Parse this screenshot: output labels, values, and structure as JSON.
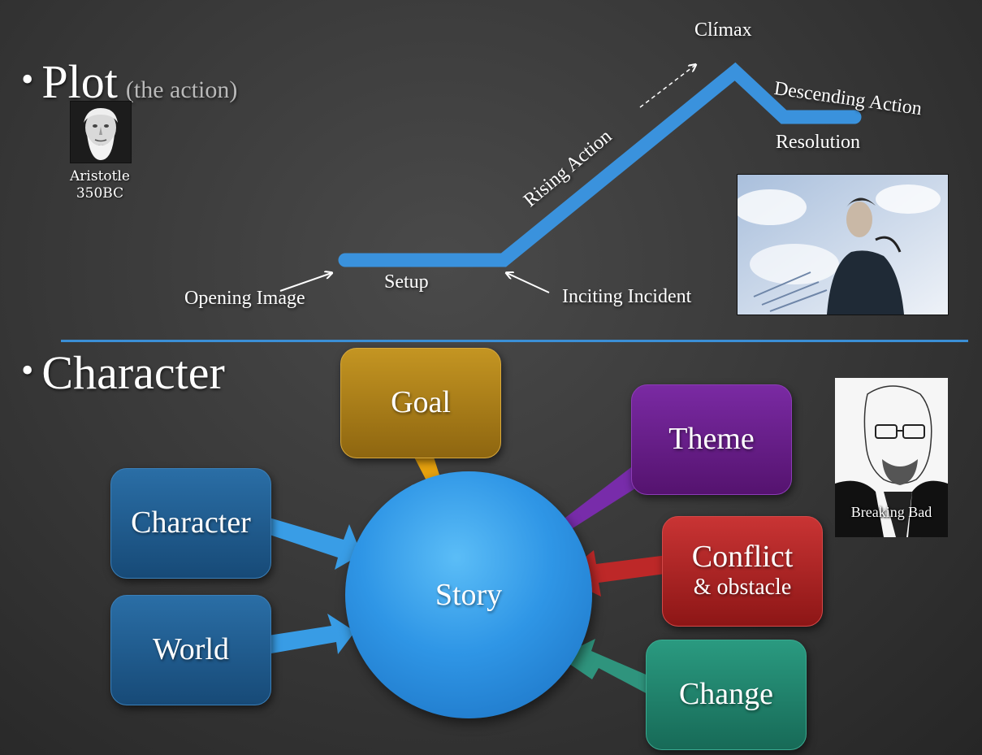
{
  "plot": {
    "bullet": "•",
    "heading": "Plot",
    "subtitle": "(the action)",
    "author_caption_line1": "Aristotle",
    "author_caption_line2": "350BC",
    "labels": {
      "climax": "Clímax",
      "descending": "Descending Action",
      "resolution": "Resolution",
      "rising": "Rising Action",
      "setup": "Setup",
      "opening": "Opening Image",
      "inciting": "Inciting Incident"
    },
    "line_color": "#3a92dd"
  },
  "character": {
    "bullet": "•",
    "heading": "Character",
    "show_caption": "Breaking Bad",
    "center": "Story",
    "boxes": {
      "goal": {
        "label": "Goal",
        "color": "#b8861a"
      },
      "theme": {
        "label": "Theme",
        "color": "#6a1f8c"
      },
      "character": {
        "label": "Character",
        "color": "#1f5f94"
      },
      "world": {
        "label": "World",
        "color": "#1f5f94"
      },
      "conflict": {
        "label": "Conflict",
        "sub": "& obstacle",
        "color": "#b52424"
      },
      "change": {
        "label": "Change",
        "color": "#1f8a73"
      }
    },
    "arrow_colors": {
      "goal": "#f0a80c",
      "theme": "#7b2bb0",
      "character": "#39a2ef",
      "world": "#39a2ef",
      "conflict": "#c42727",
      "change": "#2f9a82"
    }
  }
}
